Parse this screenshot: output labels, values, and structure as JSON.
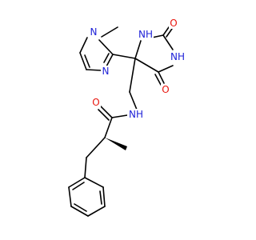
{
  "colors": {
    "carbon_bond": "#000000",
    "nitrogen": "#1f22d8",
    "oxygen": "#e8140c",
    "background": "#ffffff"
  },
  "atoms": {
    "imidazole_methyl_n": "N",
    "imidazole_ring_n": "N",
    "hydantoin_nh_top": "NH",
    "hydantoin_nh_right": "NH",
    "hydantoin_o_top": "O",
    "hydantoin_o_bottom": "O",
    "amide_nh": "NH",
    "amide_o": "O"
  }
}
